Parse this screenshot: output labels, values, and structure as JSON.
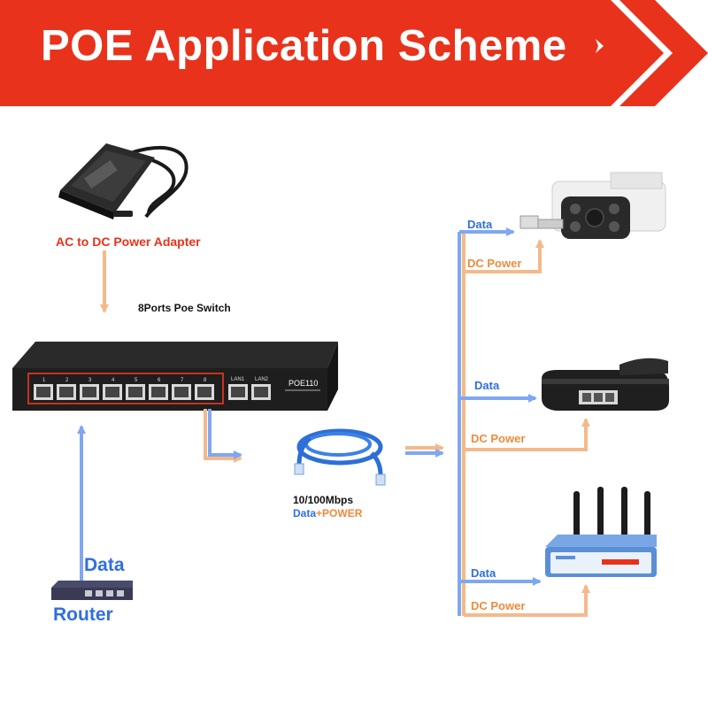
{
  "banner": {
    "title": "POE Application Scheme"
  },
  "adapter": {
    "label": "AC to DC Power Adapter"
  },
  "switch": {
    "label": "8Ports Poe Switch",
    "model": "POE110",
    "port_numbers": [
      "1",
      "2",
      "3",
      "4",
      "5",
      "6",
      "7",
      "8"
    ],
    "lan_labels": [
      "LAN1",
      "LAN2"
    ]
  },
  "cable": {
    "speed": "10/100Mbps",
    "data_word": "Data",
    "plus_power": "+POWER"
  },
  "router": {
    "data_label": "Data",
    "label": "Router"
  },
  "devices": [
    {
      "id": "camera",
      "data_label": "Data",
      "power_label": "DC Power"
    },
    {
      "id": "phone",
      "data_label": "Data",
      "power_label": "DC Power"
    },
    {
      "id": "wifi-router",
      "data_label": "Data",
      "power_label": "DC Power"
    }
  ],
  "colors": {
    "banner_red": "#e8321c",
    "data_blue": "#7fa7f2",
    "power_orange": "#f4b98b",
    "label_red": "#e8321c",
    "label_blue": "#2f6fe0",
    "label_orange": "#f08a3c"
  }
}
